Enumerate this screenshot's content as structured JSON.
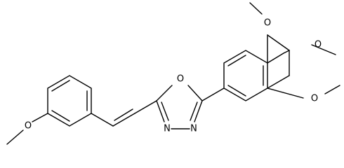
{
  "molecule": {
    "atoms": {
      "oxygen_ring": "O",
      "nitrogen_left": "N",
      "nitrogen_right": "N",
      "oxygen_methoxy_left": "O",
      "oxygen_methoxy_top": "O",
      "oxygen_methoxy_right_upper": "O",
      "oxygen_methoxy_right_lower": "O"
    },
    "colors": {
      "bond": "#000000",
      "background": "#ffffff"
    }
  }
}
